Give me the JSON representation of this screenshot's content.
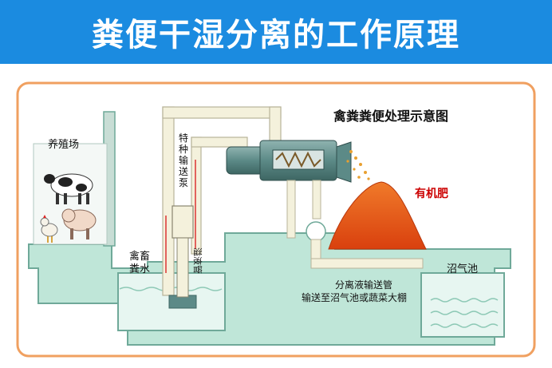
{
  "banner": {
    "title": "粪便干湿分离的工作原理"
  },
  "diagram": {
    "title": "禽粪粪便处理示意图",
    "farm_label": "养殖场",
    "manure_water_label": [
      "禽畜",
      "粪水"
    ],
    "pump_label": [
      "特",
      "种",
      "输",
      "送",
      "泵"
    ],
    "return_pipe_label": "溢液管",
    "fertilizer_label": "有机肥",
    "biogas_label": "沼气池",
    "liquid_pipe_label": "分离液输送管",
    "liquid_dest_label": "输送至沼气池或蔬菜大棚"
  },
  "colors": {
    "banner_bg": "#1b8be0",
    "frame_border": "#f0a060",
    "ground": "#bfe6d8",
    "ground_edge": "#6fa999",
    "water": "#dff3ec",
    "pipe": "#f4f1dc",
    "fertilizer": "#e8501a",
    "fertilizer_label": "#cc0000",
    "machine": "#5c8a87"
  }
}
